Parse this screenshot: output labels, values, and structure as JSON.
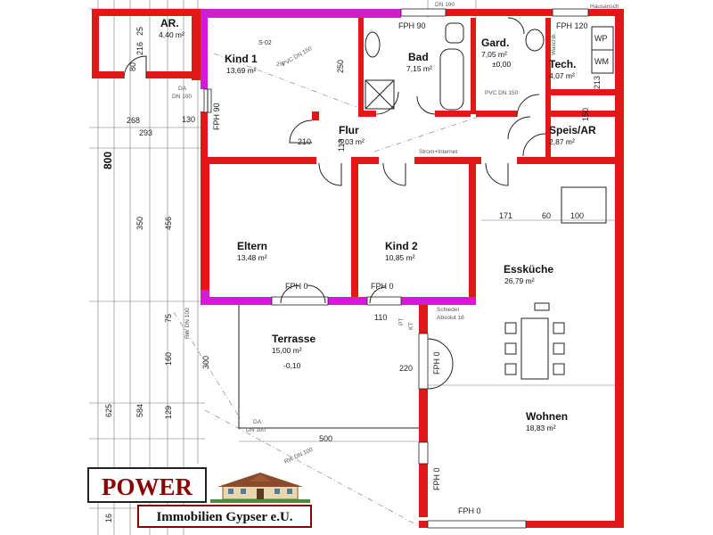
{
  "rooms": {
    "ar": {
      "name": "AR.",
      "area": "4,40 m²"
    },
    "kind1": {
      "name": "Kind 1",
      "area": "13,69 m²"
    },
    "bad": {
      "name": "Bad",
      "area": "7,15 m²"
    },
    "gard": {
      "name": "Gard.",
      "area": "7,05 m²",
      "level": "±0,00"
    },
    "tech": {
      "name": "Tech.",
      "area": "4,07 m²"
    },
    "flur": {
      "name": "Flur",
      "area": "5,03 m²"
    },
    "speis": {
      "name": "Speis/AR",
      "area": "2,87 m²"
    },
    "eltern": {
      "name": "Eltern",
      "area": "13,48 m²"
    },
    "kind2": {
      "name": "Kind 2",
      "area": "10,85 m²"
    },
    "esskueche": {
      "name": "Essküche",
      "area": "26,79 m²"
    },
    "terrasse": {
      "name": "Terrasse",
      "area": "15,00 m²",
      "level": "-0,10"
    },
    "wohnen": {
      "name": "Wohnen",
      "area": "18,83 m²"
    }
  },
  "annotations": {
    "s02": "S-02",
    "pvc_kind": "PVC DN 150",
    "pvc_bad": "PVC DN 150",
    "pct_2": "2%",
    "da": "DA",
    "dn100": "DN 100",
    "dn100_top": "DN 100",
    "da_bottom": "DA",
    "dn100_bottom": "DN 100",
    "rw_left": "RW DN 100",
    "rw_bottom": "RW DN 100",
    "strom": "Strom+Internet",
    "schiedel": "Schiedel",
    "absolut": "Absolut 16",
    "pt": "PT",
    "kt": "KT",
    "wm": "WM",
    "wp": "WP",
    "waschbecken": "Waschb.",
    "hausansch": "Hausansch"
  },
  "fph": {
    "bad": "FPH 90",
    "tech": "FPH 120",
    "kind1": "FPH 90",
    "eltern": "FPH 0",
    "kind2": "FPH 0",
    "ess": "FPH 0",
    "wohnen_v": "FPH 0",
    "wohnen_h": "FPH 0"
  },
  "dims": {
    "d800": "800",
    "d625": "625",
    "d584": "584",
    "d456": "456",
    "d350": "350",
    "d300": "300",
    "d293": "293",
    "d268": "268",
    "d250": "250",
    "d216": "216",
    "d213": "213",
    "d171": "171",
    "d160": "160",
    "d150": "150",
    "d130": "130",
    "d129": "129",
    "d113": "113",
    "d110": "110",
    "d100": "100",
    "d80": "80",
    "d75": "75",
    "d60": "60",
    "d25": "25",
    "d16": "16",
    "d500": "500",
    "d210": "210",
    "d220": "220"
  },
  "logo": {
    "brand": "POWER",
    "company": "Immobilien Gypser e.U."
  },
  "colors": {
    "wall": "#e01818",
    "wall_highlight": "#d21bd2",
    "logo_accent": "#8b0000"
  }
}
